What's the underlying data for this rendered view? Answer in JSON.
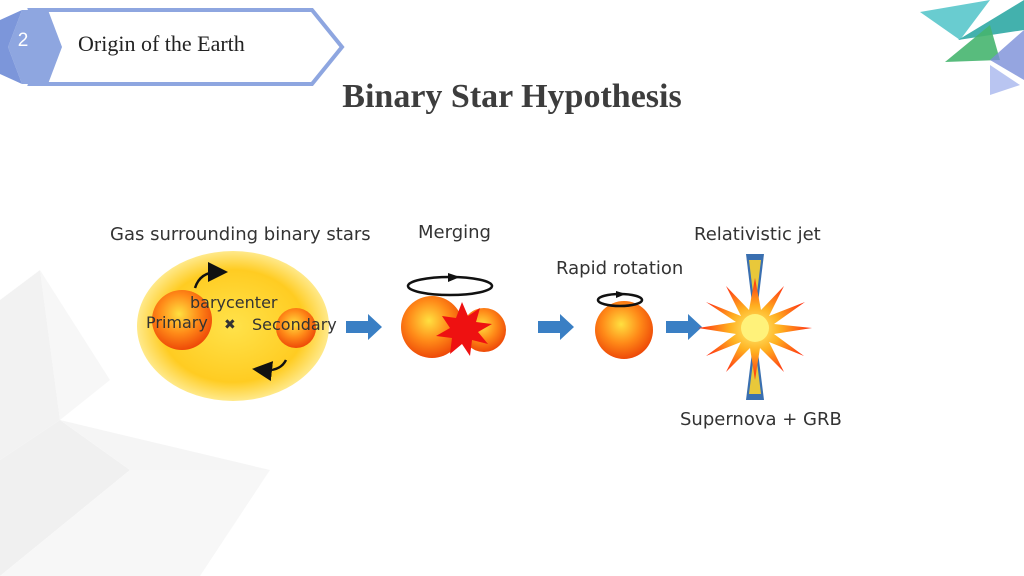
{
  "header": {
    "section_number": "2",
    "section_title": "Origin of the Earth"
  },
  "slide": {
    "title": "Binary Star Hypothesis"
  },
  "diagram": {
    "stage_labels": {
      "gas": "Gas surrounding binary stars",
      "merging": "Merging",
      "rapid_rotation": "Rapid rotation",
      "relativistic_jet": "Relativistic jet",
      "supernova": "Supernova + GRB"
    },
    "star_labels": {
      "barycenter": "barycenter",
      "primary": "Primary",
      "secondary": "Secondary",
      "barycenter_mark": "✖"
    }
  },
  "colors": {
    "header_blue": "#8ea6e0",
    "header_blue_dark": "#6e8bd6",
    "arrow_blue": "#3a7fc4",
    "gas_yellow": "#ffcc22",
    "star_orange": "#ff6a10",
    "star_red": "#ee1111",
    "jet_blue": "#3a6fb0",
    "jet_yellow": "#e8c83a"
  }
}
